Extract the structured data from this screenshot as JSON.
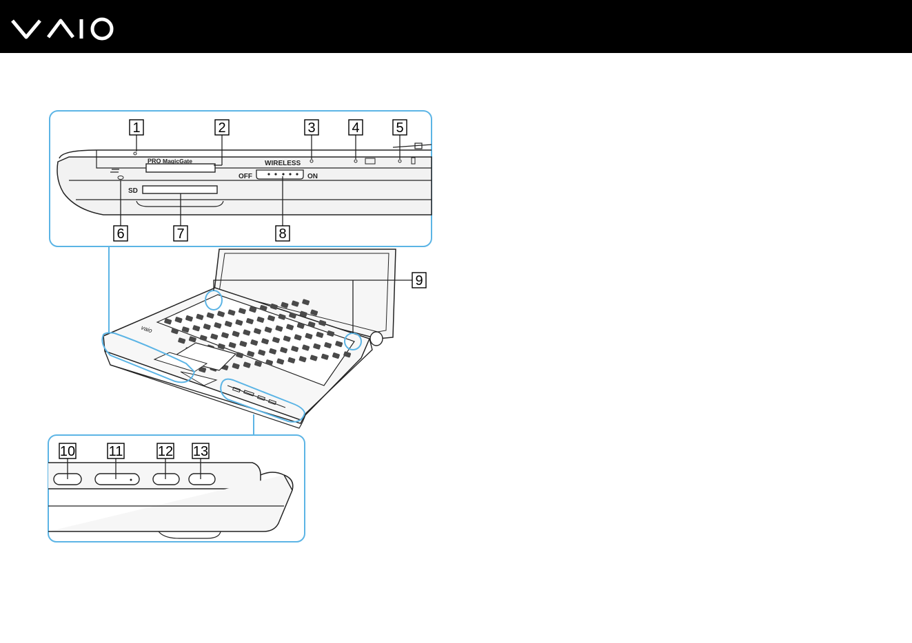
{
  "brand": {
    "logo_text": "VAIO",
    "bar_color": "#000000",
    "frame_color": "#5bb4e5"
  },
  "device_labels": {
    "pro": "PRO",
    "magicgate": "MagicGate",
    "wireless": "WIRELESS",
    "off": "OFF",
    "on": "ON",
    "sd": "SD"
  },
  "callouts": [
    "1",
    "2",
    "3",
    "4",
    "5",
    "6",
    "7",
    "8",
    "9",
    "10",
    "11",
    "12",
    "13"
  ]
}
